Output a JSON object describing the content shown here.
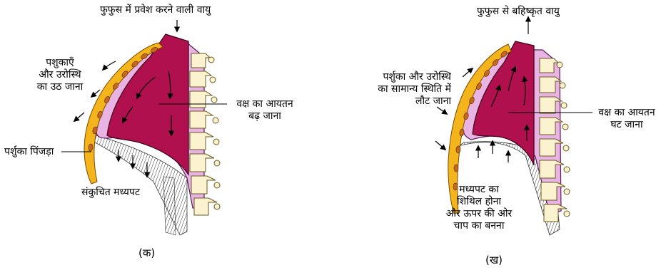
{
  "panel_a": {
    "caption": "(क)",
    "labels": {
      "incoming_air": "फुफुस में प्रवेश करने वाली वायु",
      "ribs_sternum_rise": [
        "पशुकाएँ",
        "और उरोस्थि",
        "का उठ जाना"
      ],
      "thorax_volume_increase": [
        "वक्ष का आयतन",
        "बढ़ जाना"
      ],
      "rib_cage": "पर्शुका पिंजड़ा",
      "diaphragm_contracted": "संकुचित मध्यपट"
    }
  },
  "panel_b": {
    "caption": "(ख)",
    "labels": {
      "outgoing_air": "फुफुस से बहिष्कृत वायु",
      "ribs_sternum_return": [
        "पर्शुका और उरोस्थि",
        "का सामान्य स्थिति में",
        "लौट जाना"
      ],
      "thorax_volume_decrease": [
        "वक्ष का आयतन",
        "घट जाना"
      ],
      "diaphragm_relaxed": [
        "मध्यपट का",
        "शिथिल होना",
        "और ऊपर की ओर",
        "चाप का बनना"
      ]
    }
  },
  "colors": {
    "lung": "#b0104e",
    "pleura": "#e9b4e4",
    "rib_cage": "#f4b41c",
    "rib_spots": "#c46a1a",
    "vertebra": "#fbf3cf"
  }
}
